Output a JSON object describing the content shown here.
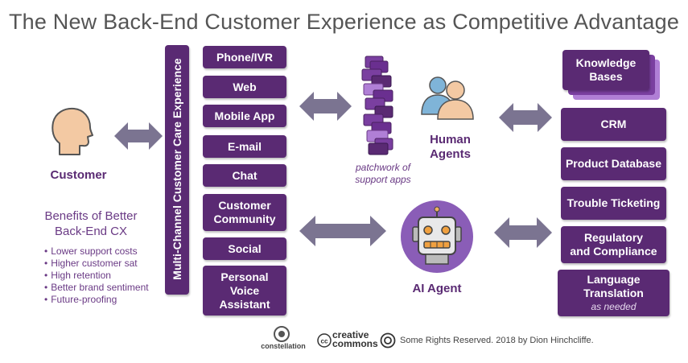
{
  "title": "The New Back-End Customer Experience as Competitive Advantage",
  "customer_label": "Customer",
  "benefits": {
    "title_line1": "Benefits of Better",
    "title_line2": "Back-End CX",
    "items": [
      "Lower support costs",
      "Higher customer sat",
      "High retention",
      "Better brand sentiment",
      "Future-proofing"
    ]
  },
  "vertical_bar_label": "Multi-Channel Customer Care Experience",
  "channels": {
    "phone": "Phone/IVR",
    "web": "Web",
    "mobile": "Mobile App",
    "email": "E-mail",
    "chat": "Chat",
    "community_l1": "Customer",
    "community_l2": "Community",
    "social": "Social",
    "assistant_l1": "Personal",
    "assistant_l2": "Voice",
    "assistant_l3": "Assistant"
  },
  "patchwork_l1": "patchwork of",
  "patchwork_l2": "support apps",
  "human_agents_l1": "Human",
  "human_agents_l2": "Agents",
  "ai_agent_label": "AI Agent",
  "backend": {
    "kb_l1": "Knowledge",
    "kb_l2": "Bases",
    "crm": "CRM",
    "product_db": "Product Database",
    "trouble": "Trouble Ticketing",
    "regulatory_l1": "Regulatory",
    "regulatory_l2": "and Compliance",
    "language_l1": "Language",
    "language_l2": "Translation",
    "language_note": "as needed"
  },
  "footer": {
    "constellation": "constellation",
    "cc_l1": "creative",
    "cc_l2": "commons",
    "rights": "Some Rights Reserved. 2018 by Dion Hinchcliffe."
  },
  "colors": {
    "brand_purple": "#5a2a73",
    "arrow_gray": "#7b7491",
    "title_gray": "#555555",
    "app_purple": "#7a3fa0",
    "app_light": "#b07fd6",
    "head_skin": "#f3c9a3",
    "agent_blue": "#7fb4d8",
    "robot_circle": "#8a5db7"
  }
}
